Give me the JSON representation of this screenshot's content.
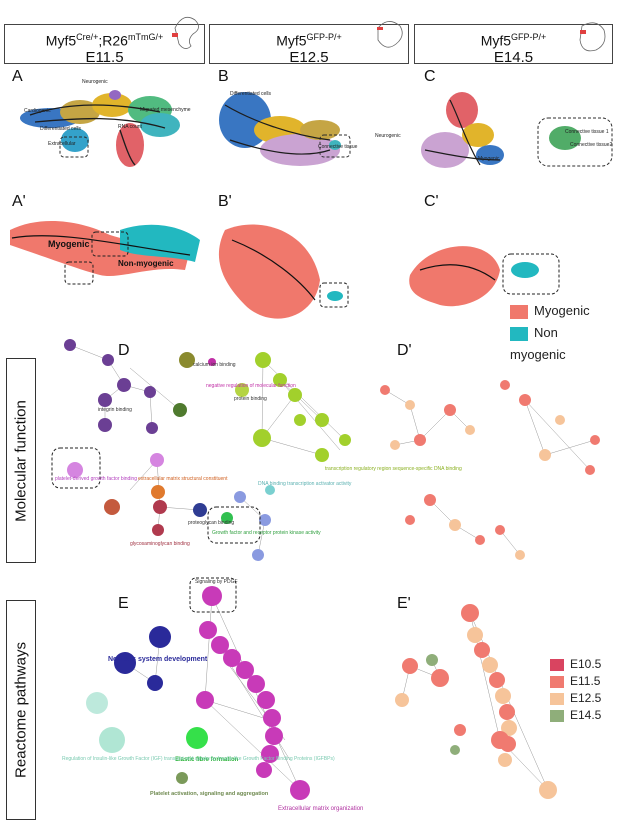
{
  "headers": [
    {
      "line1": "Myf5",
      "sup1": "Cre/+",
      "mid": ";R26",
      "sup2": "mTmG/+",
      "line2": "E11.5"
    },
    {
      "line1": "Myf5",
      "sup1": "GFP-P/+",
      "mid": "",
      "sup2": "",
      "line2": "E12.5"
    },
    {
      "line1": "Myf5",
      "sup1": "GFP-P/+",
      "mid": "",
      "sup2": "",
      "line2": "E14.5"
    }
  ],
  "panels": {
    "A": "A",
    "B": "B",
    "C": "C",
    "A2": "A'",
    "B2": "B'",
    "C2": "C'",
    "D": "D",
    "D2": "D'",
    "E": "E",
    "E2": "E'"
  },
  "side": {
    "molecular": "Molecular function",
    "reactome": "Reactome pathways"
  },
  "umap_labels": {
    "a_neuro": "Neurogenic",
    "a_cardio": "Cardiogenic",
    "a_myo": "Myogenic",
    "a_diff": "Differentiated cells",
    "a_ext": "Extracellular",
    "a_mes": "Migrated mesenchyme",
    "a_rna": "RNA count",
    "b_diff": "Differentiated cells",
    "b_conn": "Connective tissue",
    "b_neuro": "Neurogenic",
    "c_conn1": "Connective tissue 1",
    "c_conn2": "Connective tissue2",
    "c_myo": "Myogenic",
    "a2_myo": "Myogenic",
    "a2_non": "Non-myogenic"
  },
  "legend_cells": [
    {
      "label": "Myogenic",
      "color": "#f0786c"
    },
    {
      "label": "Non myogenic",
      "color": "#22b8c0"
    }
  ],
  "legend_stages": [
    {
      "label": "E10.5",
      "color": "#d94460"
    },
    {
      "label": "E11.5",
      "color": "#f07a70"
    },
    {
      "label": "E12.5",
      "color": "#f6c49a"
    },
    {
      "label": "E14.5",
      "color": "#8fae7a"
    }
  ],
  "go_labels": {
    "calcium": "calcium ion binding",
    "neg": "negative regulation of molecular function",
    "protein": "protein binding",
    "integrin": "integrin binding",
    "pdgf": "platelet-derived growth factor binding",
    "ecm": "extracellular matrix structural constituent",
    "proteo": "proteoglycan binding",
    "glyco": "glycosaminoglycan binding",
    "dna": "DNA binding transcription activator activity",
    "transcr": "transcription regulatory region sequence-specific DNA binding",
    "gf": "Growth factor and receptor protein kinase activity"
  },
  "re_labels": {
    "pdgf": "Signaling by PDGF",
    "nerv": "Nervous system development",
    "elastic": "Elastic fibre formation",
    "platelet": "Platelet activation, signaling and aggregation",
    "igf": "Regulation of Insulin-like Growth Factor (IGF) transport and uptake by Insulin-like Growth Factor Binding Proteins (IGFBPs)",
    "ecm": "Extracellular matrix organization"
  }
}
